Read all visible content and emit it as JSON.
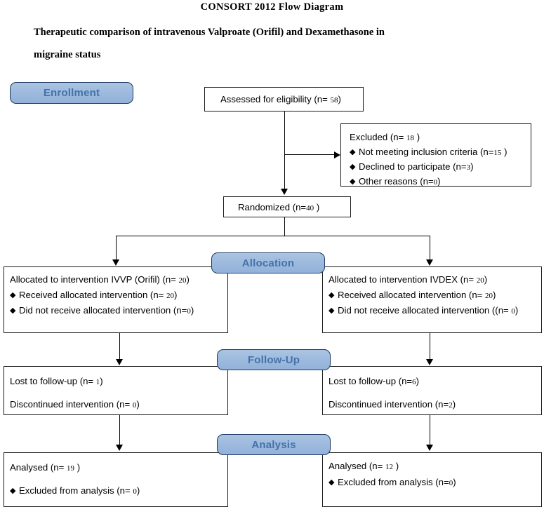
{
  "titles": {
    "main": "CONSORT 2012  Flow Diagram",
    "sub_line1": "Therapeutic comparison of intravenous Valproate (Orifil) and Dexamethasone in",
    "sub_line2": "migraine status"
  },
  "badges": {
    "enrollment": "Enrollment",
    "allocation": "Allocation",
    "followup": "Follow-Up",
    "analysis": "Analysis"
  },
  "colors": {
    "badge_fill": "#9cb9dd",
    "badge_border": "#1f3864",
    "badge_text": "#4472a8",
    "box_border": "#1a1a1a",
    "connector": "#000000"
  },
  "enrollment": {
    "assessed": {
      "label": "Assessed for eligibility (n=",
      "n": "58",
      "close": ")"
    },
    "excluded": {
      "header_label": "Excluded (n=",
      "header_n": "18",
      "header_close": ")",
      "reasons": [
        {
          "label": "Not meeting inclusion criteria (n=",
          "n": "15",
          "close": ")"
        },
        {
          "label": "Declined to participate (n=",
          "n": "3",
          "close": ")"
        },
        {
          "label": "Other reasons (n=",
          "n": "0",
          "close": ")"
        }
      ]
    },
    "randomized": {
      "label": "Randomized (n=",
      "n": "40",
      "close": ")"
    }
  },
  "allocation": {
    "left": {
      "header_label": "Allocated to intervention IVVP (Orifil) (n=",
      "header_n": "20",
      "header_close": ")",
      "items": [
        {
          "label": "Received allocated intervention (n=",
          "n": "20",
          "close": ")"
        },
        {
          "label": "Did not receive allocated intervention (n=",
          "n": "0",
          "close": ")"
        }
      ]
    },
    "right": {
      "header_label": "Allocated to intervention IVDEX (n=",
      "header_n": "20",
      "header_close": ")",
      "items": [
        {
          "label": "Received allocated intervention (n=",
          "n": "20",
          "close": ")"
        },
        {
          "label": "Did not receive allocated intervention ((n=",
          "n": "0",
          "close": ")"
        }
      ]
    }
  },
  "followup": {
    "left": {
      "lost_label": "Lost to follow-up (n=",
      "lost_n": "1",
      "lost_close": ")",
      "disc_label": "Discontinued intervention (n=",
      "disc_n": "0",
      "disc_close": ")"
    },
    "right": {
      "lost_label": "Lost to follow-up (n=",
      "lost_n": "6",
      "lost_close": ")",
      "disc_label": "Discontinued intervention (n=",
      "disc_n": "2",
      "disc_close": ")"
    }
  },
  "analysis": {
    "left": {
      "header_label": "Analysed (n=",
      "header_n": "19",
      "header_close": ")",
      "excluded_label": "Excluded from analysis (n=",
      "excluded_n": "0",
      "excluded_close": ")"
    },
    "right": {
      "header_label": "Analysed (n=",
      "header_n": "12",
      "header_close": ")",
      "excluded_label": "Excluded from analysis (n=",
      "excluded_n": "0",
      "excluded_close": ")"
    }
  }
}
